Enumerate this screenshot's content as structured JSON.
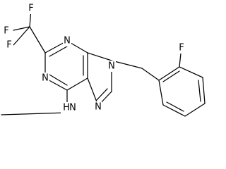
{
  "molecule": {
    "atom_labels": {
      "f1": "F",
      "f2": "F",
      "f3": "F",
      "n1": "N",
      "n3": "N",
      "n7": "N",
      "n9": "N",
      "nh": "N",
      "h": "H",
      "f_aryl": "F"
    }
  }
}
